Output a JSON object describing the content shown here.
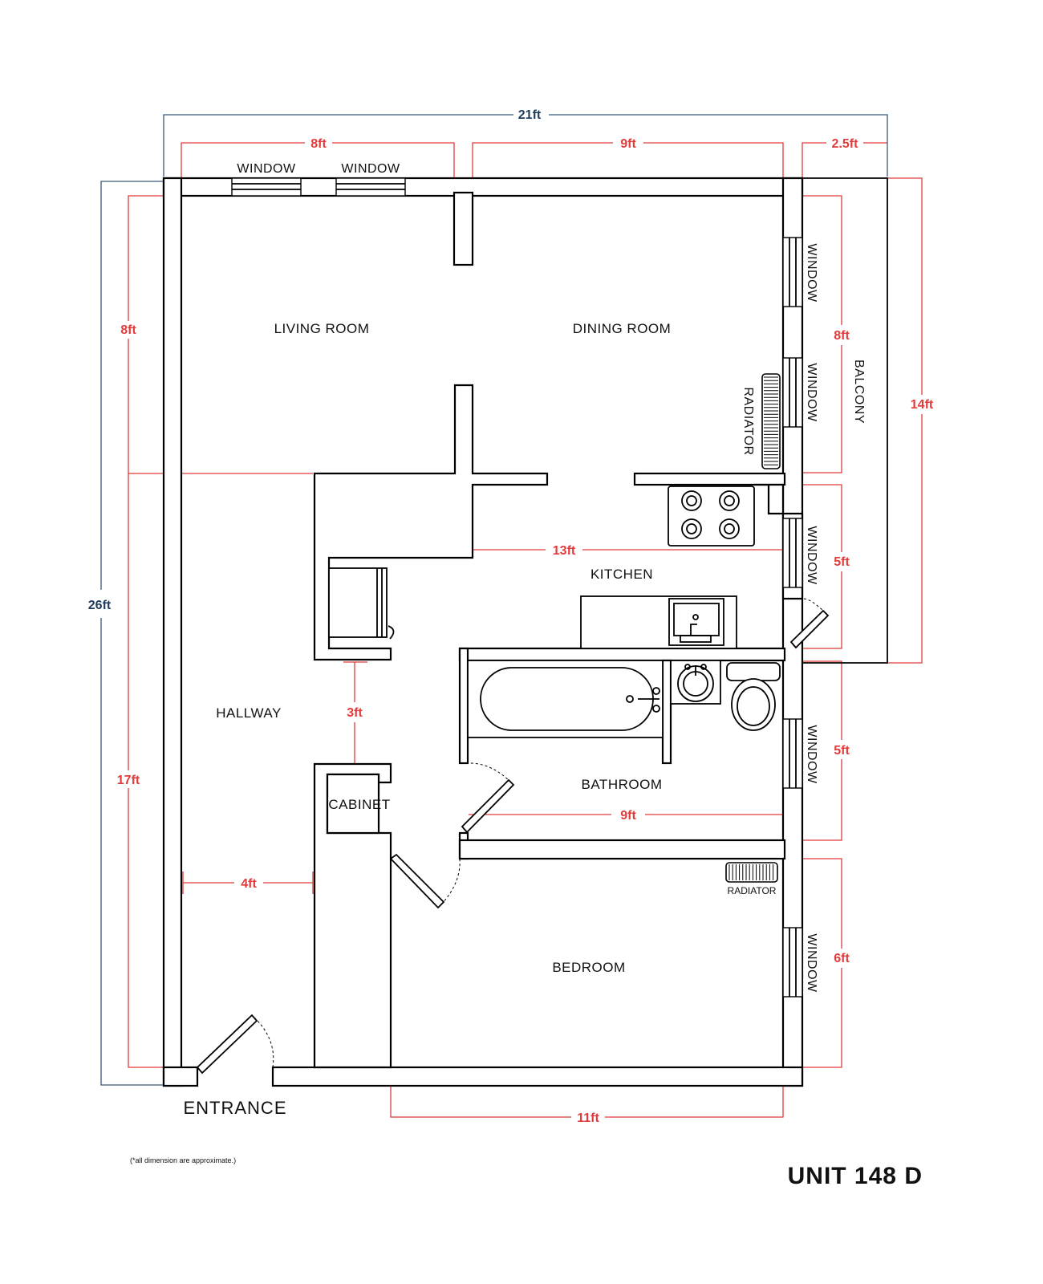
{
  "unit": "UNIT 148 D",
  "note": "(*all dimension are approximate.)",
  "entrance": "ENTRANCE",
  "rooms": {
    "living": "LIVING ROOM",
    "dining": "DINING ROOM",
    "kitchen": "KITCHEN",
    "hallway": "HALLWAY",
    "cabinet": "CABINET",
    "bathroom": "BATHROOM",
    "bedroom": "BEDROOM",
    "balcony": "BALCONY"
  },
  "labels": {
    "window": "WINDOW",
    "radiator": "RADIATOR"
  },
  "dimensions": {
    "overall_width": "21ft",
    "overall_height": "26ft",
    "living_width": "8ft",
    "dining_width": "9ft",
    "balcony_width": "2.5ft",
    "upper_left_height": "8ft",
    "lower_left_height": "17ft",
    "dining_height": "8ft",
    "kitchen_height": "5ft",
    "bath_height": "5ft",
    "bed_height": "6ft",
    "balcony_height": "14ft",
    "kitchen_width": "13ft",
    "hall_door_gap": "3ft",
    "hall_width": "4ft",
    "bath_width": "9ft",
    "bed_width": "11ft"
  },
  "colors": {
    "dimension_red": "#e23b3b",
    "dimension_blue": "#1f3d5c",
    "wall": "#000000"
  }
}
